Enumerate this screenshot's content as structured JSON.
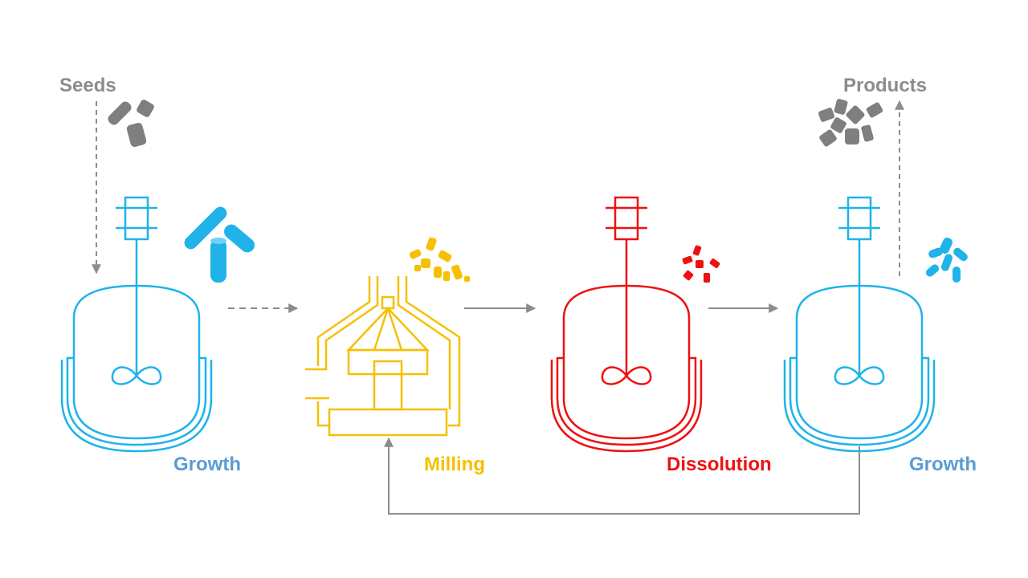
{
  "labels": {
    "seeds": "Seeds",
    "products": "Products",
    "growth_left": "Growth",
    "milling": "Milling",
    "dissolution": "Dissolution",
    "growth_right": "Growth"
  },
  "colors": {
    "growth": "#1fb3ea",
    "growth_text": "#5b9bd5",
    "milling": "#f5c000",
    "dissolution": "#ee1111",
    "arrow": "#8c8c8c",
    "crystal_gray": "#7f7f7f"
  },
  "icons": {
    "reactor": "stirred-tank-reactor-icon",
    "mill": "mill-icon",
    "crystals": "crystal-particles-icon"
  }
}
